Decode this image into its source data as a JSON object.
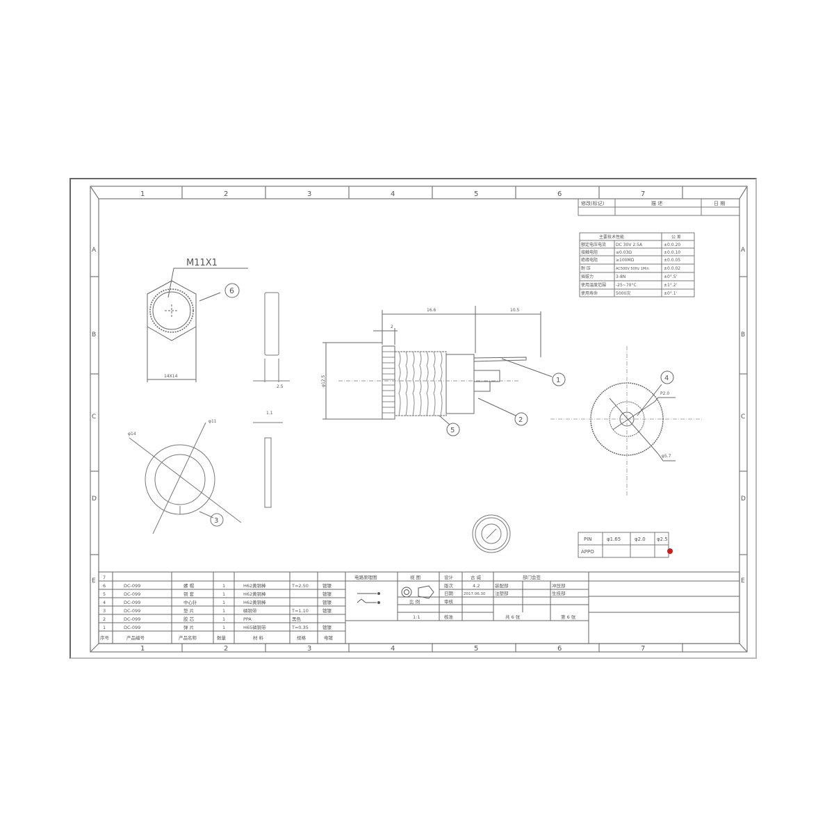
{
  "drawing": {
    "title_callout": "M11X1",
    "border": {
      "columns": [
        "1",
        "2",
        "3",
        "4",
        "5",
        "6",
        "7"
      ],
      "rows": [
        "A",
        "B",
        "C",
        "D",
        "E"
      ]
    },
    "revision_block": {
      "headers": [
        "修改(标记)",
        "描 述",
        "日 期"
      ]
    },
    "spec_table": {
      "headers": [
        "主要技术性能",
        "公 差"
      ],
      "rows": [
        {
          "label": "额定电压电流",
          "value": "DC 30V 2.5A",
          "tol": "±0.0.20"
        },
        {
          "label": "接触电阻",
          "value": "≤0.03Ω",
          "tol": "±0.0.10"
        },
        {
          "label": "绝缘电阻",
          "value": "≥100MΩ",
          "tol": "±0.0.05"
        },
        {
          "label": "耐 压",
          "value": "AC500V 50Hz 1Min",
          "tol": "±0.0.02"
        },
        {
          "label": "插拔力",
          "value": "3-8N",
          "tol": "±0°.5'"
        },
        {
          "label": "使用温度范围",
          "value": "-25~70°C",
          "tol": "±1°.2'"
        },
        {
          "label": "使用寿命",
          "value": "5000次",
          "tol": "±0°.1'"
        }
      ]
    },
    "pin_table": {
      "headers": [
        "PIN",
        "φ1.65",
        "φ2.0",
        "φ2.5"
      ],
      "row_label": "APPO",
      "selected_index": 3,
      "marker_color": "#c81e1e"
    },
    "dimensions": {
      "hex_width": "14X14",
      "washer_thickness": "2.5",
      "washer_od": "φ14",
      "washer_id": "φ11",
      "thin_washer": "1.1",
      "body_length": "16.6",
      "pin_length": "10.5",
      "knurl_width": "2",
      "body_dia": "φ12.5",
      "pin_dia": "P2.0",
      "inner_dia": "φ5.7"
    },
    "balloons": [
      "1",
      "2",
      "3",
      "4",
      "5",
      "6"
    ],
    "bom": {
      "headers": [
        "序号",
        "产品编号",
        "产品名称",
        "数量",
        "材 料",
        "规格",
        "电镀"
      ],
      "rows": [
        {
          "no": "7",
          "code": "",
          "name": "",
          "qty": "",
          "mat": "",
          "spec": "",
          "plating": ""
        },
        {
          "no": "6",
          "code": "DC-099",
          "name": "螺 帽",
          "qty": "1",
          "mat": "H62黄铜棒",
          "spec": "T=2.50",
          "plating": "镀镍"
        },
        {
          "no": "5",
          "code": "DC-099",
          "name": "铜 套",
          "qty": "1",
          "mat": "H62黄铜棒",
          "spec": "",
          "plating": "镀镍"
        },
        {
          "no": "4",
          "code": "DC-099",
          "name": "中心针",
          "qty": "1",
          "mat": "H62黄铜棒",
          "spec": "",
          "plating": "镀镍"
        },
        {
          "no": "3",
          "code": "DC-099",
          "name": "垫 片",
          "qty": "1",
          "mat": "磷铜带",
          "spec": "T=1.10",
          "plating": "镀镍"
        },
        {
          "no": "2",
          "code": "DC-099",
          "name": "胶 芯",
          "qty": "1",
          "mat": "PPA",
          "spec": "黑色",
          "plating": ""
        },
        {
          "no": "1",
          "code": "DC-099",
          "name": "弹 片",
          "qty": "1",
          "mat": "H65磷铜带",
          "spec": "T=0.35",
          "plating": "镀镍"
        }
      ]
    },
    "title_block": {
      "circuit_label": "电路原理图",
      "view_label": "视 图",
      "design_label": "设计",
      "design_value": "古 威",
      "signoff_label": "部门会签",
      "version_label": "版次",
      "version_value": "4.2",
      "date_label": "日期",
      "date_value": "2017.06.30",
      "dept1": "装配部",
      "dept2": "冲压部",
      "dept3": "注塑部",
      "dept4": "生技部",
      "scale_label": "比 例",
      "scale_value": "1:1",
      "review_label": "审核",
      "approve_label": "核准",
      "sheets_total": "共 6 张",
      "sheet_no": "第 6 张"
    }
  }
}
